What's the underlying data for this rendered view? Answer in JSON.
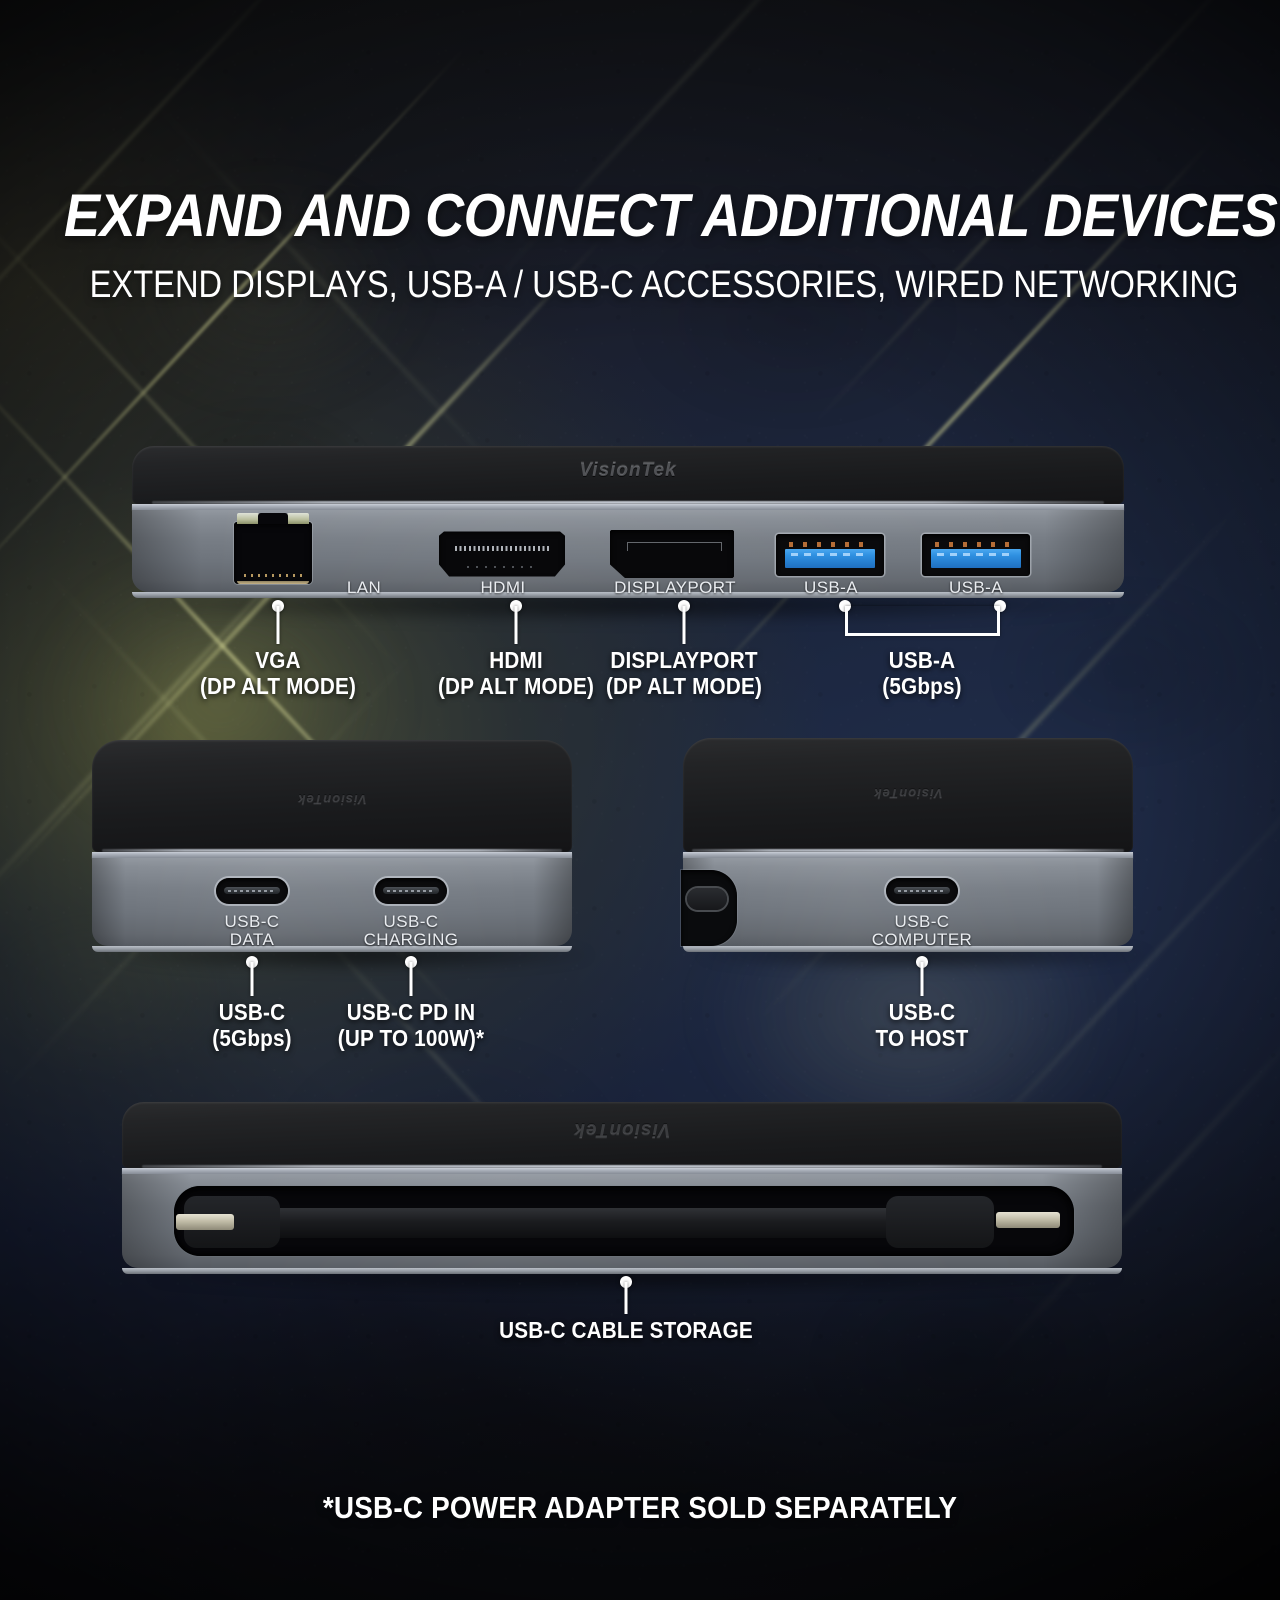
{
  "headings": {
    "title": "EXPAND AND CONNECT ADDITIONAL DEVICES",
    "subtitle": "EXTEND DISPLAYS, USB-A / USB-C ACCESSORIES, WIRED NETWORKING"
  },
  "footnote": "*USB-C POWER ADAPTER SOLD SEPARATELY",
  "brand": "VisionTek",
  "colors": {
    "accent_usb_blue": "#2e8fe0",
    "chassis_body": "#787e86",
    "chassis_top": "#1f2022",
    "chassis_chamfer": "#c9ced6",
    "callout_white": "#ffffff",
    "bg_navy": "#1e2b45",
    "bg_olive": "#565834",
    "streak_yellow": "#d6d896"
  },
  "devices": [
    {
      "id": "rear-panel",
      "name": "rear-io-panel",
      "silk_labels": [
        {
          "id": "lan",
          "text": "LAN"
        },
        {
          "id": "hdmi",
          "text": "HDMI"
        },
        {
          "id": "dp",
          "text": "DISPLAYPORT"
        },
        {
          "id": "usba1",
          "text": "USB-A"
        },
        {
          "id": "usba2",
          "text": "USB-A"
        }
      ],
      "callouts": [
        {
          "id": "vga",
          "lines": [
            "VGA",
            "(DP ALT MODE)"
          ]
        },
        {
          "id": "hdmi",
          "lines": [
            "HDMI",
            "(DP ALT MODE)"
          ]
        },
        {
          "id": "dp",
          "lines": [
            "DISPLAYPORT",
            "(DP ALT MODE)"
          ]
        },
        {
          "id": "usba",
          "lines": [
            "USB-A",
            "(5Gbps)"
          ]
        }
      ]
    },
    {
      "id": "left-panel",
      "name": "left-io-panel",
      "silk_labels": [
        {
          "id": "usbc-data",
          "line1": "USB-C",
          "line2": "DATA"
        },
        {
          "id": "usbc-charging",
          "line1": "USB-C",
          "line2": "CHARGING"
        }
      ],
      "callouts": [
        {
          "id": "usbc-data",
          "lines": [
            "USB-C",
            "(5Gbps)"
          ]
        },
        {
          "id": "usbc-pd",
          "lines": [
            "USB-C PD IN",
            "(UP TO 100W)*"
          ]
        }
      ]
    },
    {
      "id": "right-panel",
      "name": "host-io-panel",
      "silk_labels": [
        {
          "id": "usbc-computer",
          "line1": "USB-C",
          "line2": "COMPUTER"
        }
      ],
      "callouts": [
        {
          "id": "usbc-host",
          "lines": [
            "USB-C",
            "TO HOST"
          ]
        }
      ]
    },
    {
      "id": "bottom-panel",
      "name": "cable-storage-panel",
      "silk_labels": [],
      "callouts": [
        {
          "id": "cable-storage",
          "lines": [
            "USB-C CABLE STORAGE"
          ]
        }
      ]
    }
  ]
}
